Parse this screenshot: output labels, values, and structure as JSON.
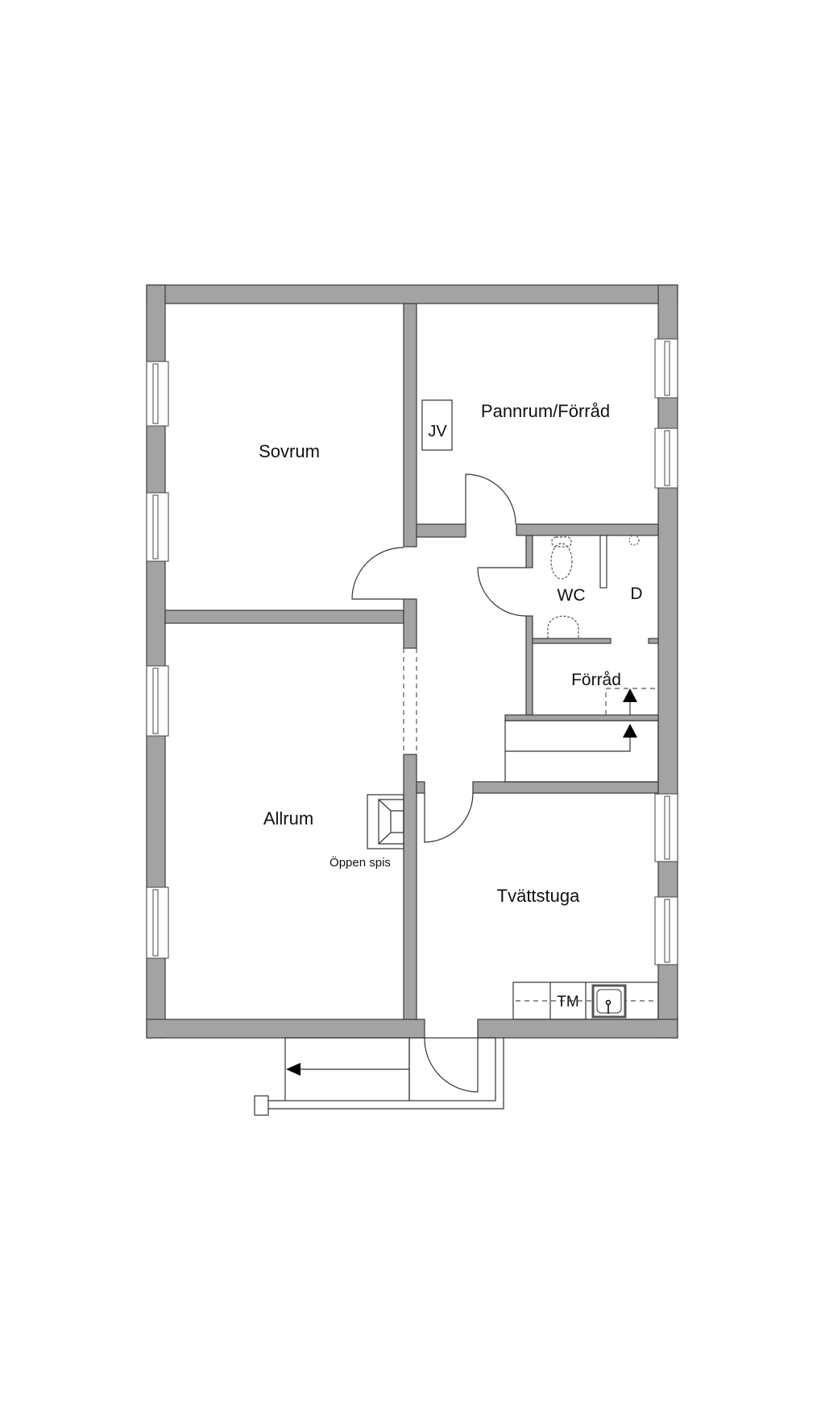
{
  "rooms": {
    "sovrum": "Sovrum",
    "pannrum": "Pannrum/Förråd",
    "wc": "WC",
    "dusch": "D",
    "forrad": "Förråd",
    "allrum": "Allrum",
    "tvattstuga": "Tvättstuga"
  },
  "fixtures": {
    "jv": "JV",
    "tm": "TM",
    "fireplace": "Öppen spis"
  },
  "colors": {
    "wall": "#a3a3a3",
    "line": "#333333"
  }
}
